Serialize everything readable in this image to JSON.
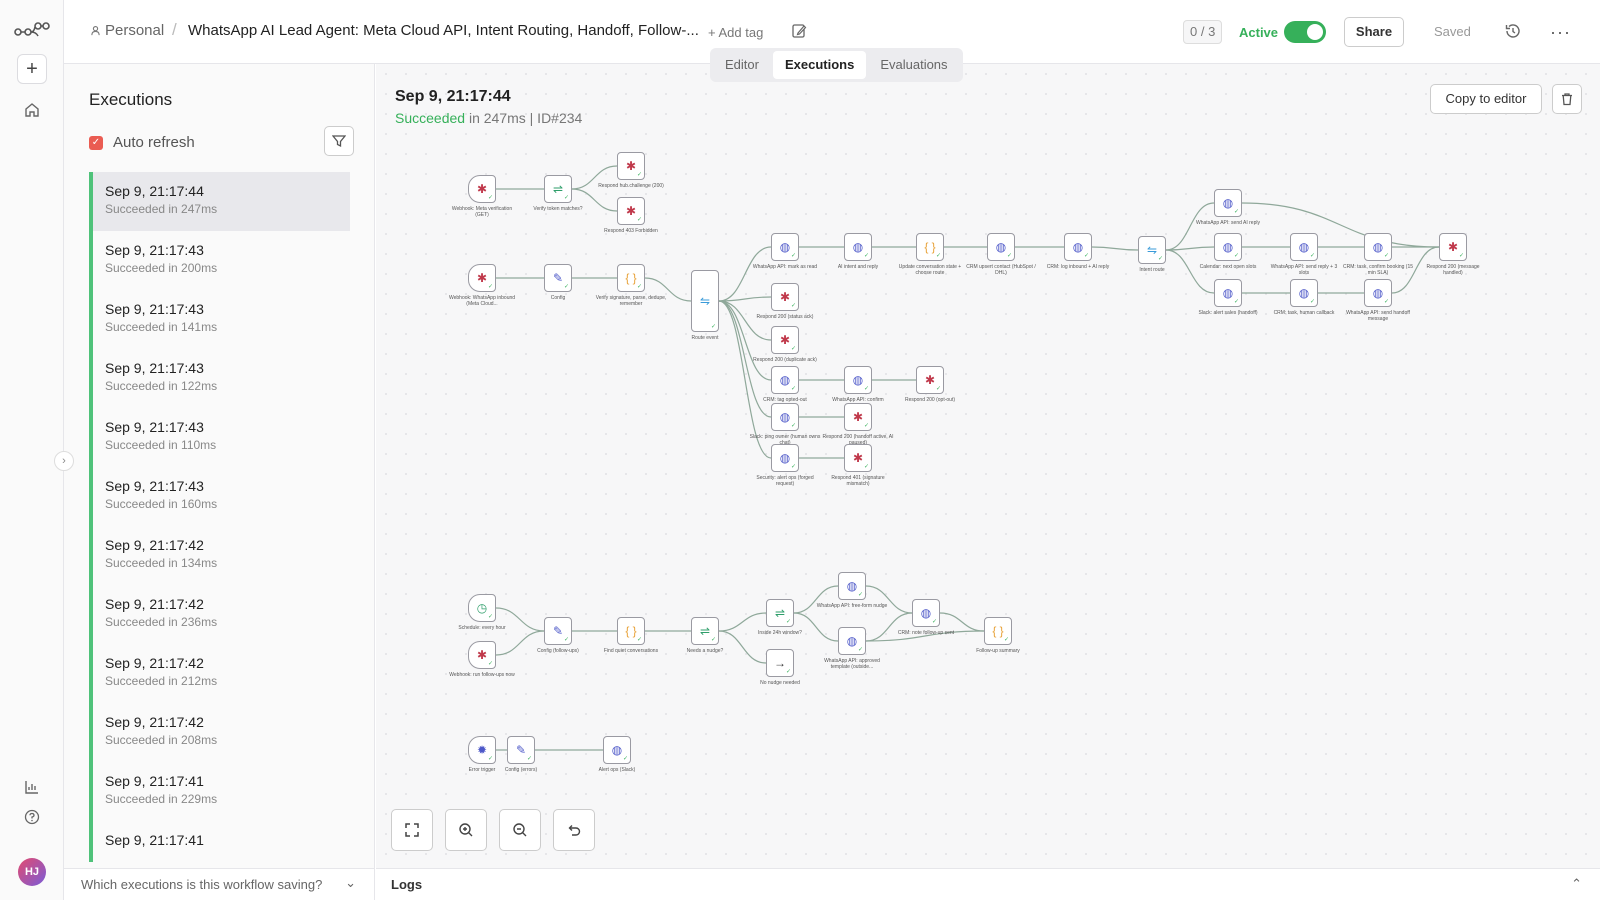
{
  "header": {
    "breadcrumb_project": "Personal",
    "workflow_title": "WhatsApp AI Lead Agent: Meta Cloud API, Intent Routing, Handoff, Follow-...",
    "add_tag": "+ Add tag",
    "counter": "0 / 3",
    "active_label": "Active",
    "active": true,
    "share_label": "Share",
    "saved_label": "Saved"
  },
  "tabs": [
    {
      "label": "Editor",
      "selected": false
    },
    {
      "label": "Executions",
      "selected": true
    },
    {
      "label": "Evaluations",
      "selected": false
    }
  ],
  "executions_panel": {
    "title": "Executions",
    "auto_refresh_label": "Auto refresh",
    "auto_refresh_checked": true,
    "items": [
      {
        "time": "Sep 9, 21:17:44",
        "status": "Succeeded in 247ms"
      },
      {
        "time": "Sep 9, 21:17:43",
        "status": "Succeeded in 200ms"
      },
      {
        "time": "Sep 9, 21:17:43",
        "status": "Succeeded in 141ms"
      },
      {
        "time": "Sep 9, 21:17:43",
        "status": "Succeeded in 122ms"
      },
      {
        "time": "Sep 9, 21:17:43",
        "status": "Succeeded in 110ms"
      },
      {
        "time": "Sep 9, 21:17:43",
        "status": "Succeeded in 160ms"
      },
      {
        "time": "Sep 9, 21:17:42",
        "status": "Succeeded in 134ms"
      },
      {
        "time": "Sep 9, 21:17:42",
        "status": "Succeeded in 236ms"
      },
      {
        "time": "Sep 9, 21:17:42",
        "status": "Succeeded in 212ms"
      },
      {
        "time": "Sep 9, 21:17:42",
        "status": "Succeeded in 208ms"
      },
      {
        "time": "Sep 9, 21:17:41",
        "status": "Succeeded in 229ms"
      },
      {
        "time": "Sep 9, 21:17:41",
        "status": ""
      }
    ],
    "footer_question": "Which executions is this workflow saving?"
  },
  "execution_detail": {
    "time": "Sep 9, 21:17:44",
    "status_word": "Succeeded",
    "duration": "in 247ms",
    "id": "| ID#234",
    "copy_label": "Copy to editor"
  },
  "logs_label": "Logs",
  "user_initials": "HJ",
  "colors": {
    "accent": "#36b05a",
    "success_border": "#4fc27a",
    "checkbox": "#ea5c52",
    "webhook": "#c0394b",
    "http": "#4d58c8",
    "code": "#e8a33b",
    "switch": "#3a9bd9"
  },
  "workflow_nodes": [
    {
      "id": "n1",
      "label": "Webhook: Meta verification (GET)",
      "icon": "webhook-icon"
    },
    {
      "id": "n2",
      "label": "Verify token matches?",
      "icon": "if-icon"
    },
    {
      "id": "n3",
      "label": "Respond hub.challenge (200)",
      "icon": "webhook-icon"
    },
    {
      "id": "n4",
      "label": "Respond 403 Forbidden",
      "icon": "webhook-icon"
    },
    {
      "id": "n5",
      "label": "Webhook: WhatsApp inbound (Meta Cloud...",
      "icon": "webhook-icon"
    },
    {
      "id": "n6",
      "label": "Config",
      "icon": "pencil-icon"
    },
    {
      "id": "n7",
      "label": "Verify signature, parse, dedupe, remember",
      "icon": "code-icon"
    },
    {
      "id": "n8",
      "label": "Route event",
      "icon": "switch-icon"
    },
    {
      "id": "n9",
      "label": "WhatsApp API: mark as read",
      "icon": "globe-icon"
    },
    {
      "id": "n10",
      "label": "AI intent and reply",
      "icon": "globe-icon"
    },
    {
      "id": "n11",
      "label": "Update conversation state + choose route",
      "icon": "code-icon"
    },
    {
      "id": "n12",
      "label": "CRM upsert contact (HubSpot / DHL)",
      "icon": "globe-icon"
    },
    {
      "id": "n13",
      "label": "CRM: log inbound + AI reply",
      "icon": "globe-icon"
    },
    {
      "id": "n14",
      "label": "Intent route",
      "icon": "switch-icon"
    },
    {
      "id": "n15",
      "label": "WhatsApp API: send AI reply",
      "icon": "globe-icon"
    },
    {
      "id": "n16",
      "label": "Calendar: next open slots",
      "icon": "globe-icon"
    },
    {
      "id": "n17",
      "label": "WhatsApp API: send reply + 3 slots",
      "icon": "globe-icon"
    },
    {
      "id": "n18",
      "label": "CRM: task, confirm booking (15 min SLA)",
      "icon": "globe-icon"
    },
    {
      "id": "n19",
      "label": "Respond 200 (message handled)",
      "icon": "webhook-icon"
    },
    {
      "id": "n20",
      "label": "Slack: alert sales (handoff)",
      "icon": "globe-icon"
    },
    {
      "id": "n21",
      "label": "CRM: task, human callback",
      "icon": "globe-icon"
    },
    {
      "id": "n22",
      "label": "WhatsApp API: send handoff message",
      "icon": "globe-icon"
    },
    {
      "id": "n23",
      "label": "Respond 200 (status ack)",
      "icon": "webhook-icon"
    },
    {
      "id": "n24",
      "label": "Respond 200 (duplicate ack)",
      "icon": "webhook-icon"
    },
    {
      "id": "n25",
      "label": "CRM: tag opted-out",
      "icon": "globe-icon"
    },
    {
      "id": "n26",
      "label": "WhatsApp API: confirm",
      "icon": "globe-icon"
    },
    {
      "id": "n27",
      "label": "Respond 200 (opt-out)",
      "icon": "webhook-icon"
    },
    {
      "id": "n28",
      "label": "Slack: ping owner (human owns chat)",
      "icon": "globe-icon"
    },
    {
      "id": "n29",
      "label": "Respond 200 (handoff active, AI paused)",
      "icon": "webhook-icon"
    },
    {
      "id": "n30",
      "label": "Security: alert ops (forged request)",
      "icon": "globe-icon"
    },
    {
      "id": "n31",
      "label": "Respond 401 (signature mismatch)",
      "icon": "webhook-icon"
    },
    {
      "id": "n32",
      "label": "Schedule: every hour",
      "icon": "clock-icon"
    },
    {
      "id": "n33",
      "label": "Webhook: run follow-ups now",
      "icon": "webhook-icon"
    },
    {
      "id": "n34",
      "label": "Config (follow-ups)",
      "icon": "pencil-icon"
    },
    {
      "id": "n35",
      "label": "Find quiet conversations",
      "icon": "code-icon"
    },
    {
      "id": "n36",
      "label": "Needs a nudge?",
      "icon": "if-icon"
    },
    {
      "id": "n37",
      "label": "Inside 24h window?",
      "icon": "if-icon"
    },
    {
      "id": "n38",
      "label": "No nudge needed",
      "icon": "arrow-right-icon"
    },
    {
      "id": "n39",
      "label": "WhatsApp API: free-form nudge",
      "icon": "globe-icon"
    },
    {
      "id": "n40",
      "label": "WhatsApp API: approved template (outside...",
      "icon": "globe-icon"
    },
    {
      "id": "n41",
      "label": "CRM: note follow-up sent",
      "icon": "globe-icon"
    },
    {
      "id": "n42",
      "label": "Follow-up summary",
      "icon": "code-icon"
    },
    {
      "id": "n43",
      "label": "Error trigger",
      "icon": "bug-icon"
    },
    {
      "id": "n44",
      "label": "Config (errors)",
      "icon": "pencil-icon"
    },
    {
      "id": "n45",
      "label": "Alert ops (Slack)",
      "icon": "globe-icon"
    }
  ]
}
